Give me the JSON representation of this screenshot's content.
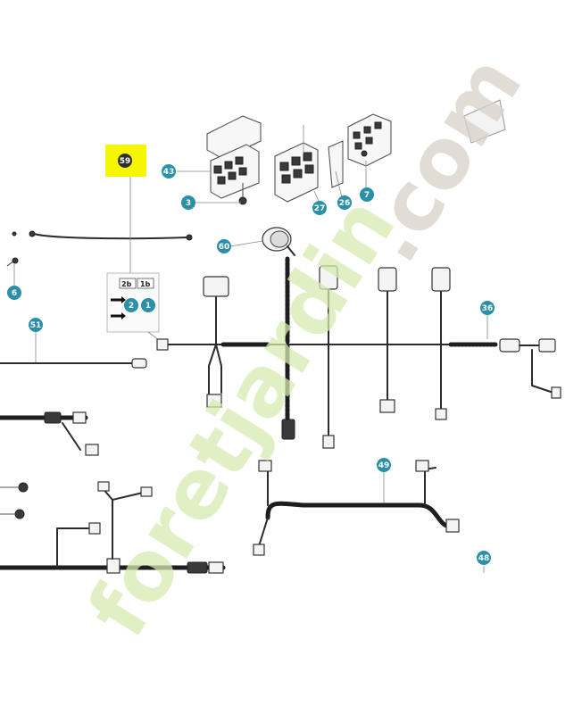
{
  "colors": {
    "label_bubble": "#2a8fa8",
    "highlight": "#f6f600",
    "watermark_green": "#d6eab0",
    "watermark_grey": "#d9d2c6"
  },
  "highlighted_part": "59",
  "parts": [
    {
      "id": "p43",
      "label": "43"
    },
    {
      "id": "p3",
      "label": "3"
    },
    {
      "id": "p27",
      "label": "27"
    },
    {
      "id": "p26",
      "label": "26"
    },
    {
      "id": "p7",
      "label": "7"
    },
    {
      "id": "p60",
      "label": "60"
    },
    {
      "id": "p6",
      "label": "6"
    },
    {
      "id": "p51",
      "label": "51"
    },
    {
      "id": "p2",
      "label": "2"
    },
    {
      "id": "p1",
      "label": "1"
    },
    {
      "id": "p36",
      "label": "36"
    },
    {
      "id": "p49",
      "label": "49"
    },
    {
      "id": "p48",
      "label": "48"
    },
    {
      "id": "p59",
      "label": "59"
    }
  ],
  "inset": {
    "tag_a": "2b",
    "tag_b": "1b"
  },
  "watermark": {
    "main": "foretjardin",
    "suffix": ".com"
  }
}
